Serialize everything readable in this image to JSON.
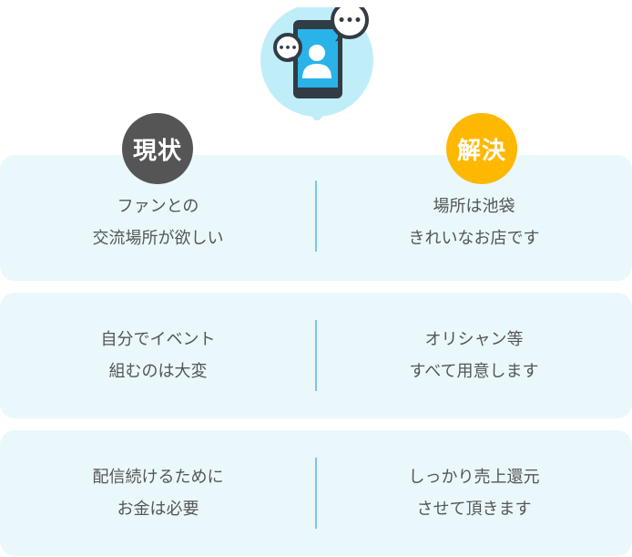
{
  "badges": {
    "current": "現状",
    "solution": "解決"
  },
  "rows": [
    {
      "current": [
        "ファンとの",
        "交流場所が欲しい"
      ],
      "solution": [
        "場所は池袋",
        "きれいなお店です"
      ]
    },
    {
      "current": [
        "自分でイベント",
        "組むのは大変"
      ],
      "solution": [
        "オリシャン等",
        "すべて用意します"
      ]
    },
    {
      "current": [
        "配信続けるために",
        "お金は必要"
      ],
      "solution": [
        "しっかり売上還元",
        "させて頂きます"
      ]
    }
  ],
  "hero": {
    "icon": "smartphone-chat-icon",
    "bubble_text": "•••"
  },
  "colors": {
    "current_badge": "#555555",
    "solution_badge": "#ffb800",
    "card_bg": "#eaf8fc",
    "divider": "#7dc6ea",
    "hero_bg": "#bfeef8"
  }
}
